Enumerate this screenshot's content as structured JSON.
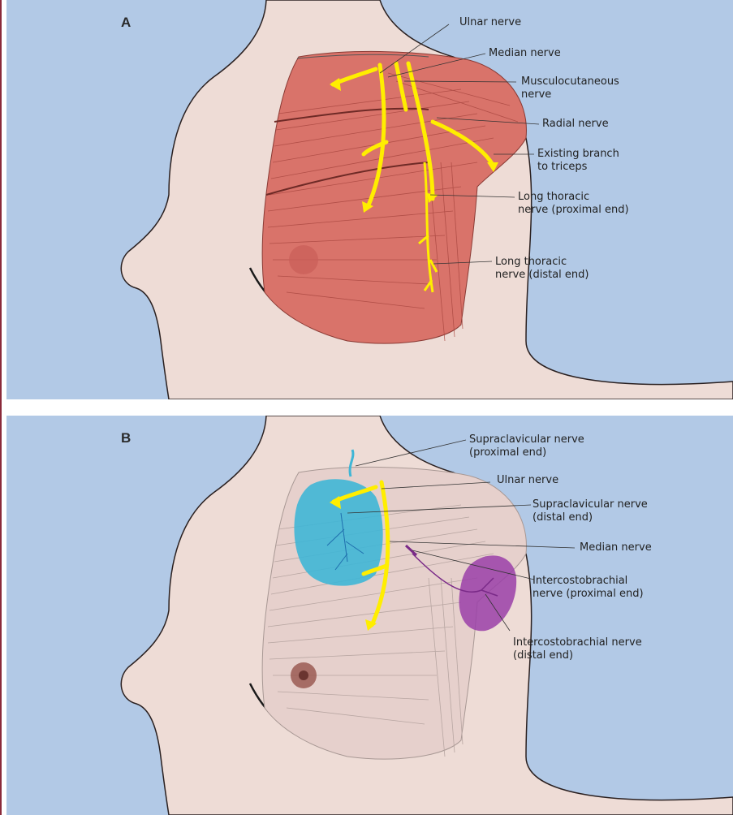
{
  "panels": [
    {
      "letter": "A",
      "labels": {
        "ulnar": "Ulnar nerve",
        "median": "Median nerve",
        "musculo": "Musculocutaneous\nnerve",
        "radial": "Radial nerve",
        "branch": "Existing branch\nto triceps",
        "ltn_prox": "Long thoracic\nnerve (proximal end)",
        "ltn_dist": "Long thoracic\nnerve (distal end)"
      }
    },
    {
      "letter": "B",
      "labels": {
        "supra_prox": "Supraclavicular nerve\n(proximal end)",
        "ulnar": "Ulnar nerve",
        "supra_dist": "Supraclavicular nerve\n(distal end)",
        "median": "Median nerve",
        "icb_prox": "Intercostobrachial\nnerve (proximal end)",
        "icb_dist": "Intercostobrachial nerve\n(distal end)"
      }
    }
  ],
  "colors": {
    "background": "#b2c9e6",
    "skin": "#eedcd6",
    "muscle": "#d9736a",
    "nerve": "#ffee00",
    "supraclavicular_area": "#3fb6d6",
    "intercostobrachial_area": "#9a3fa8"
  }
}
